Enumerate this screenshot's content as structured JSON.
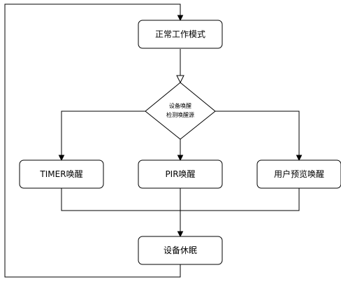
{
  "flowchart": {
    "nodes": {
      "normal_mode": "正常工作模式",
      "decision_line1": "设备唤醒",
      "decision_line2": "检测唤醒源",
      "timer_wakeup": "TIMER唤醒",
      "pir_wakeup": "PIR唤醒",
      "user_preview_wakeup": "用户预览唤醒",
      "device_sleep": "设备休眠"
    }
  }
}
